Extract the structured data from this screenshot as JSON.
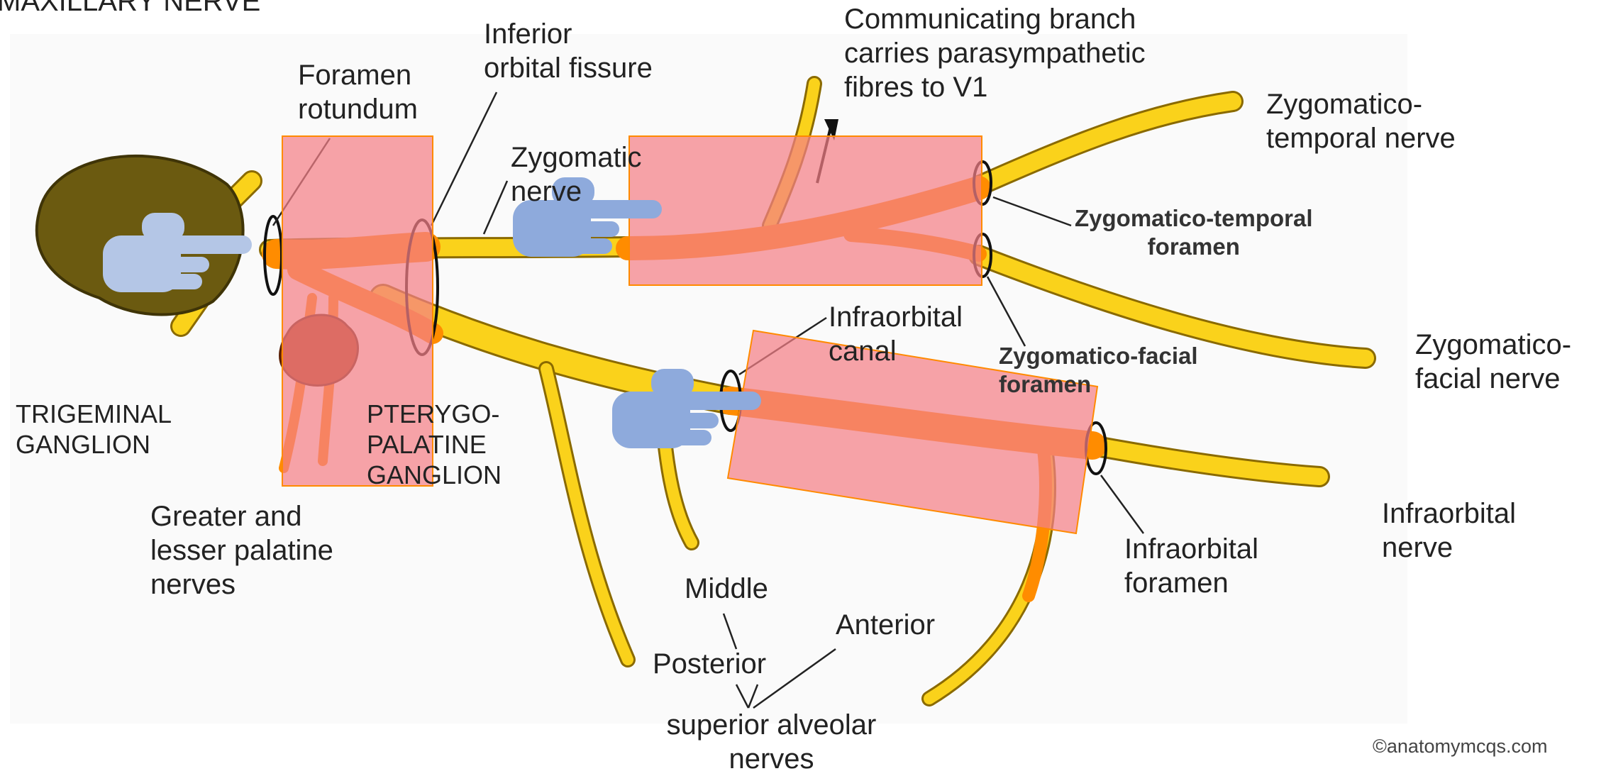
{
  "diagram": {
    "heading": "MAXILLARY NERVE",
    "copyright": "©anatomymcqs.com",
    "colors": {
      "background": "#fafafa",
      "nerve_fill": "#fad21b",
      "nerve_outline": "#8a6a00",
      "highlight_fill": "#ff8c00",
      "overlay_fill": "#f47f86",
      "overlay_border": "#ff8a00",
      "ganglion_fill": "#6b5a10",
      "pterygopalatine_fill": "#a03c0c",
      "pointer_color": "#8eaadc"
    },
    "icons": [
      "pointing-hand-icon",
      "pointing-hand-icon",
      "pointing-hand-icon",
      "arrow-up-icon"
    ],
    "labels": {
      "foramen_rotundum": "Foramen\nrotundum",
      "inferior_orbital_fissure": "Inferior\norbital fissure",
      "zygomatic_nerve": "Zygomatic\nnerve",
      "communicating_branch": "Communicating branch\ncarries parasympathetic\nfibres to V1",
      "zygomaticotemporal_nerve": "Zygomatico-\ntemporal nerve",
      "zygomaticotemporal_foramen": "Zygomatico-temporal\nforamen",
      "zygomaticofacial_nerve": "Zygomatico-\nfacial nerve",
      "zygomaticofacial_foramen": "Zygomatico-facial\nforamen",
      "infraorbital_canal": "Infraorbital\ncanal",
      "trigeminal_ganglion": "TRIGEMINAL\nGANGLION",
      "pterygopalatine_ganglion": "PTERYGO-\nPALATINE\nGANGLION",
      "greater_lesser_palatine": "Greater and\nlesser palatine\nnerves",
      "middle": "Middle",
      "anterior": "Anterior",
      "posterior": "Posterior",
      "superior_alveolar": "superior alveolar\nnerves",
      "infraorbital_foramen": "Infraorbital\nforamen",
      "infraorbital_nerve": "Infraorbital\nnerve"
    }
  }
}
